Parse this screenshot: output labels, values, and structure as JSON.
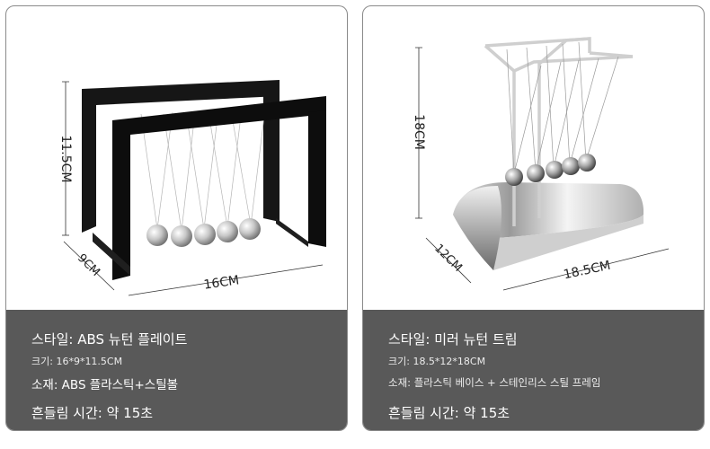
{
  "products": [
    {
      "dimensions": {
        "height": "11.5CM",
        "depth": "9CM",
        "width": "16CM"
      },
      "style": "스타일: ABS 뉴턴 플레이트",
      "size": "크기: 16*9*11.5CM",
      "material": "소재: ABS 플라스틱+스틸볼",
      "swing_time": "흔들림 시간: 약 15초",
      "colors": {
        "frame": "#1a1a1a",
        "ball": "#c9c9c9",
        "panel": "#595959"
      }
    },
    {
      "dimensions": {
        "height": "18CM",
        "depth": "12CM",
        "width": "18.5CM"
      },
      "style": "스타일: 미러 뉴턴 트림",
      "size": "크기: 18.5*12*18CM",
      "material": "소재: 플라스틱 베이스 + 스테인리스 스틸 프레임",
      "swing_time": "흔들림 시간: 약 15초",
      "colors": {
        "frame": "#d9d9d9",
        "ball": "#bdbdbd",
        "panel": "#595959"
      }
    }
  ]
}
